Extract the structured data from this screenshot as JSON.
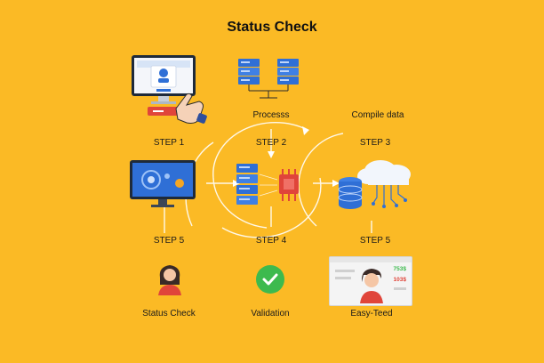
{
  "title": "Status Check",
  "labels": {
    "processs": "Processs",
    "compile": "Compile data",
    "step1": "STEP 1",
    "step2": "STEP 2",
    "step3": "STEP 3",
    "step5_left": "STEP 5",
    "step4": "STEP 4",
    "step5_right": "STEP 5",
    "status_check": "Status Check",
    "validation": "Validation",
    "easy_teed": "Easy-Teed"
  },
  "tab": {
    "text": "✓"
  },
  "profile_card": {
    "value_top": "753$",
    "value_bottom": "103$"
  },
  "colors": {
    "background": "#FBBA25",
    "accent_blue": "#2F6FD6",
    "accent_red": "#E0453A",
    "accent_green": "#3DBA4E",
    "flow_line": "#FFFFFF"
  }
}
